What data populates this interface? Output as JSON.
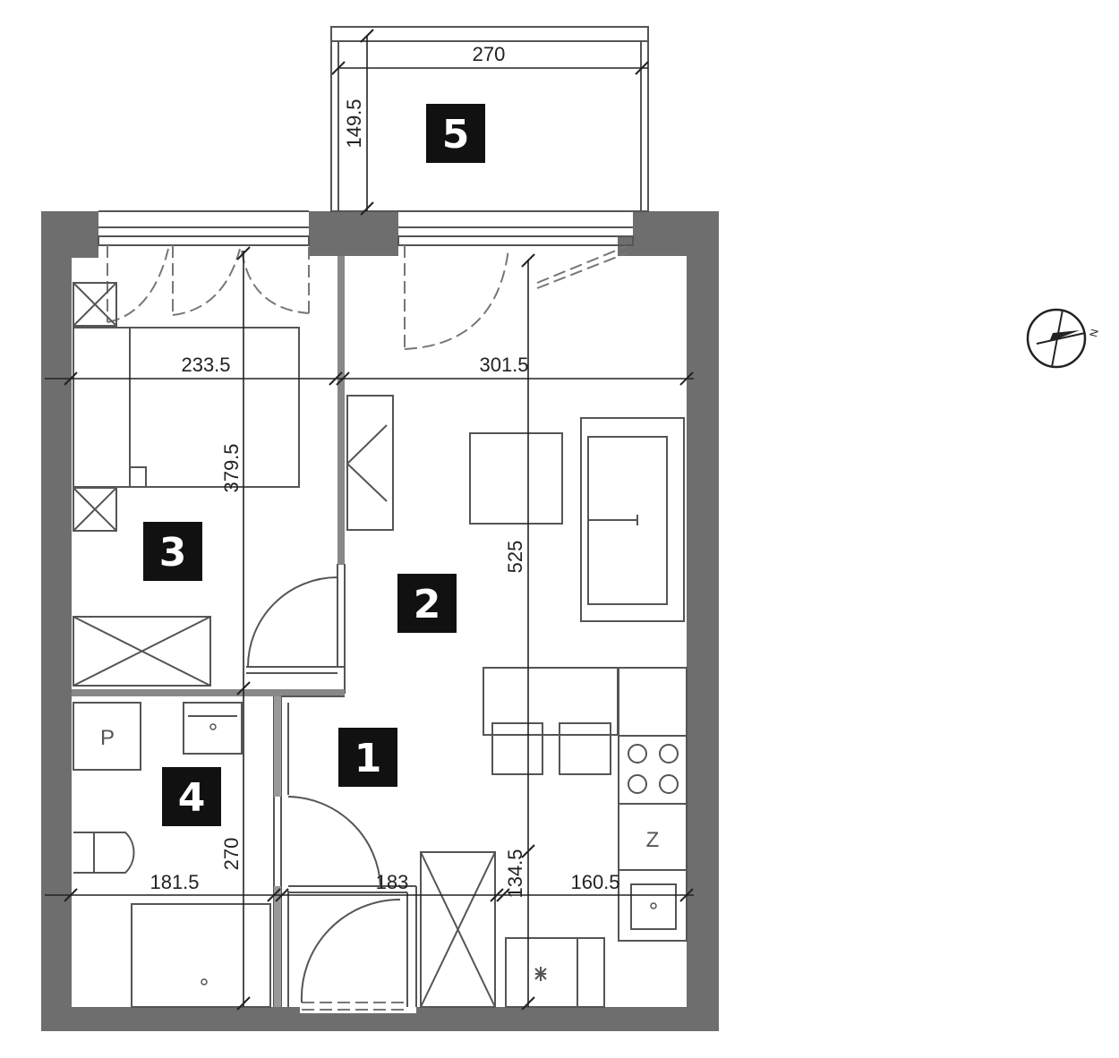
{
  "rooms": [
    {
      "number": "1"
    },
    {
      "number": "2"
    },
    {
      "number": "3"
    },
    {
      "number": "4"
    },
    {
      "number": "5"
    }
  ],
  "dimensions": {
    "balcony_width": "270",
    "balcony_depth": "149.5",
    "bedroom_width": "233.5",
    "living_width": "301.5",
    "bedroom_depth": "379.5",
    "living_depth": "525",
    "bath_width": "181.5",
    "bath_depth": "270",
    "hall_width": "183",
    "kitchen_width": "160.5",
    "kitchen_depth": "134.5"
  },
  "fixtures": {
    "washer_label": "P",
    "fridge_label": "Z"
  },
  "compass": {
    "north_label": "N"
  }
}
